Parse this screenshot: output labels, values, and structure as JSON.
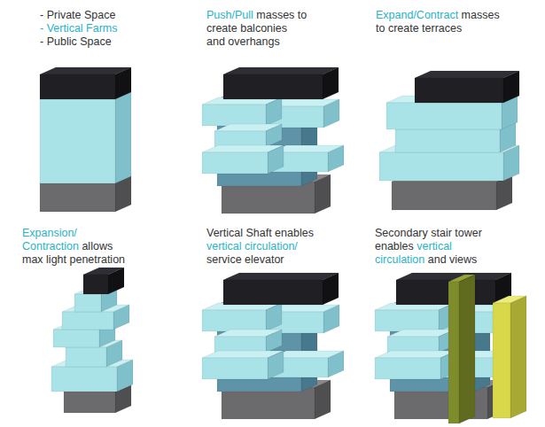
{
  "diagram": {
    "labels": [
      "- Private Space",
      "- Vertical Farms",
      "- Public Space",
      "Push/Pull",
      "masses to create balconies and overhangs",
      "Expand/Contract",
      "masses to create terraces",
      "Expansion/ Contraction",
      "allows max light penetration",
      "Vertical Shaft enables",
      "vertical circulation/",
      "service elevator",
      "Secondary stair tower enables",
      "vertical circulation",
      "and views"
    ]
  }
}
